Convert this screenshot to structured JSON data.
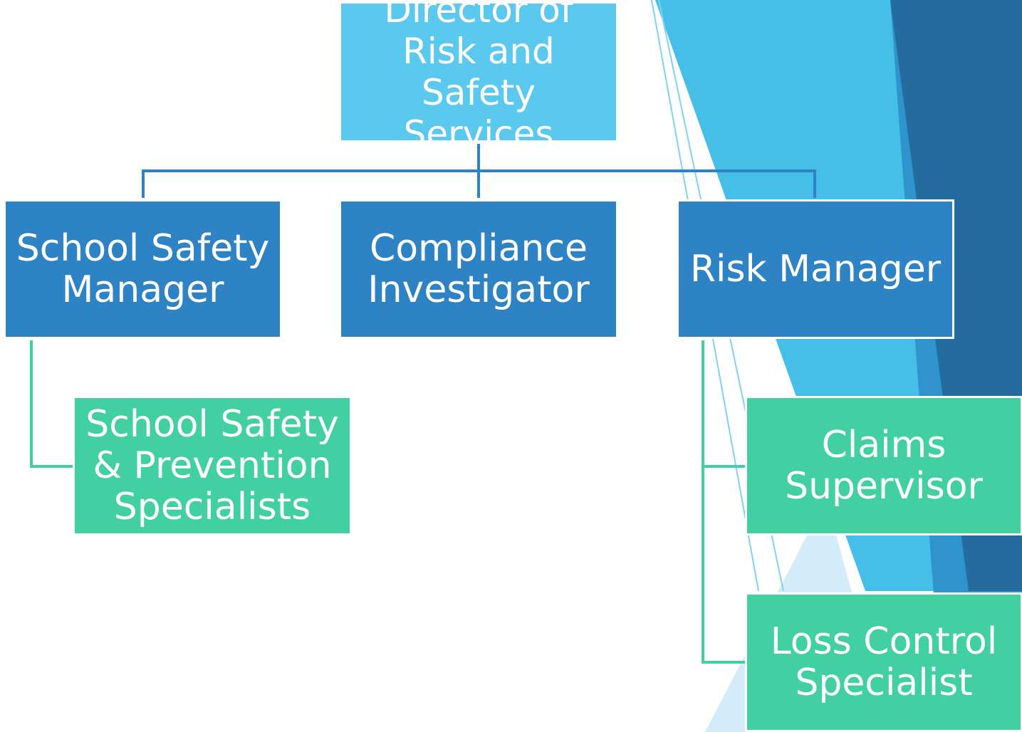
{
  "org_chart": {
    "director": {
      "title": "Director of\nRisk and Safety\nServices"
    },
    "reports": [
      {
        "title": "School Safety\nManager"
      },
      {
        "title": "Compliance\nInvestigator"
      },
      {
        "title": "Risk Manager"
      }
    ],
    "school_safety_team": [
      {
        "title": "School Safety\n& Prevention\nSpecialists"
      }
    ],
    "risk_team": [
      {
        "title": "Claims\nSupervisor"
      },
      {
        "title": "Loss Control\nSpecialist"
      }
    ]
  },
  "colors": {
    "director": "#5bc8ee",
    "manager": "#2e83c4",
    "specialist": "#42cfa1",
    "manager_connector": "#2e83c4",
    "specialist_connector": "#42cfa1",
    "decor_light": "#45bfe8",
    "decor_dark": "#236c9d"
  }
}
